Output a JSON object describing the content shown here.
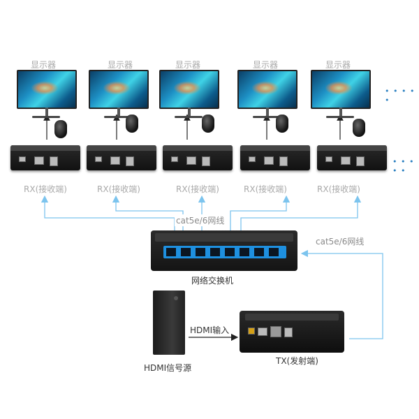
{
  "monitor_label": "显示器",
  "rx_label": "RX(接收端)",
  "ellipsis": "• • • • •",
  "cable_label": "cat5e/6网线",
  "switch_label": "网络交换机",
  "hdmi_input_label": "HDMI输入",
  "tx_label": "TX(发射端)",
  "source_label": "HDMI信号源",
  "colors": {
    "connector_line": "#7cc4ee",
    "switch_port_blue": "#1e90e0"
  }
}
